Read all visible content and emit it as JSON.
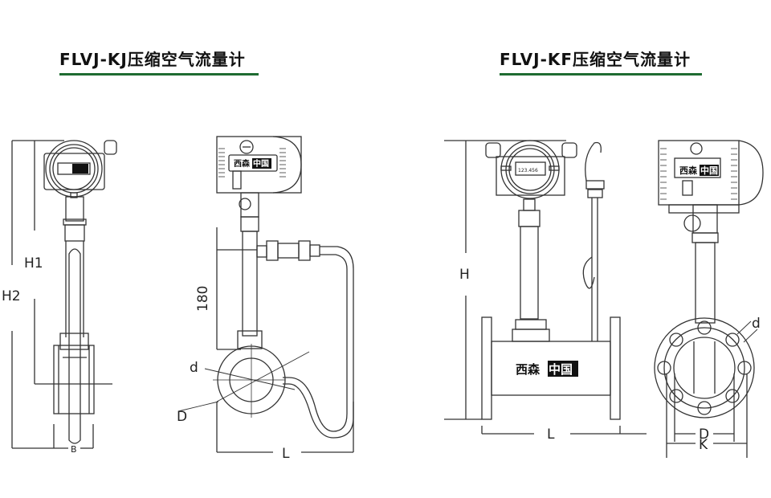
{
  "left_model": {
    "title": "FLVJ-KJ压缩空气流量计",
    "front_view_labels": {
      "h1": "H1",
      "h2": "H2",
      "b": "B"
    },
    "side_view_labels": {
      "height": "180",
      "d": "d",
      "D": "D",
      "L": "L"
    },
    "brand_main": "西森",
    "brand_box": "中国"
  },
  "right_model": {
    "title": "FLVJ-KF压缩空气流量计",
    "front_view_labels": {
      "h": "H",
      "L": "L"
    },
    "side_view_labels": {
      "d": "d",
      "D": "D",
      "K": "K"
    },
    "display_value": "123.456",
    "brand_main": "西森",
    "brand_box": "中国"
  },
  "colors": {
    "underline": "#1f6b31",
    "line": "#333333"
  }
}
